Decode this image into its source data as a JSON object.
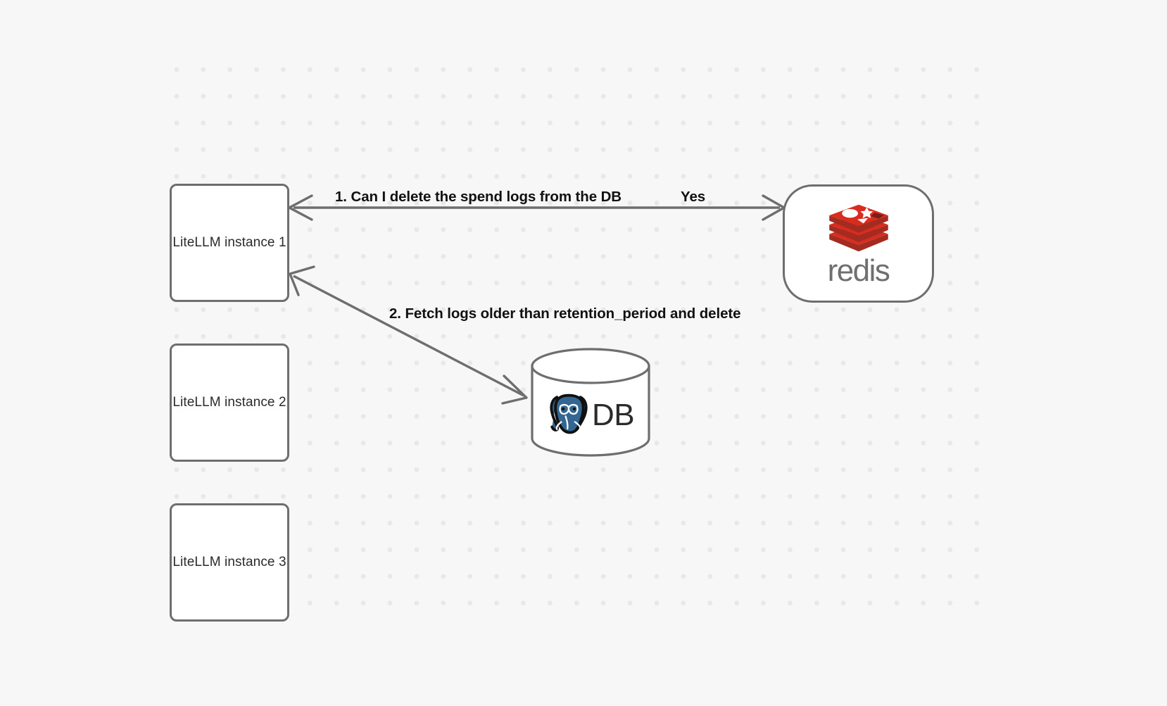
{
  "canvas": {
    "background_color": "#f7f7f7",
    "grid_dot_color": "#e8e8e9",
    "stroke_color": "#6e6e6e"
  },
  "nodes": [
    {
      "id": "litellm-1",
      "label": "LiteLLM instance 1",
      "shape": "rounded-rect"
    },
    {
      "id": "litellm-2",
      "label": "LiteLLM instance 2",
      "shape": "rounded-rect"
    },
    {
      "id": "litellm-3",
      "label": "LiteLLM instance 3",
      "shape": "rounded-rect"
    },
    {
      "id": "redis",
      "label": "redis",
      "shape": "stadium",
      "logo": "redis-logo-icon",
      "logo_color": "#d82c20",
      "wordmark_color": "#6f6f6f"
    },
    {
      "id": "database",
      "label": "DB",
      "shape": "cylinder",
      "logo": "postgresql-elephant-icon",
      "logo_color": "#336791"
    }
  ],
  "edges": [
    {
      "id": "edge-1",
      "from": "litellm-1",
      "to": "redis",
      "label": "1.  Can I delete the spend logs from the DB",
      "reply_label": "Yes",
      "direction": "bidirectional"
    },
    {
      "id": "edge-2",
      "from": "litellm-1",
      "to": "database",
      "label": "2.  Fetch logs older than retention_period and delete",
      "direction": "bidirectional"
    }
  ]
}
